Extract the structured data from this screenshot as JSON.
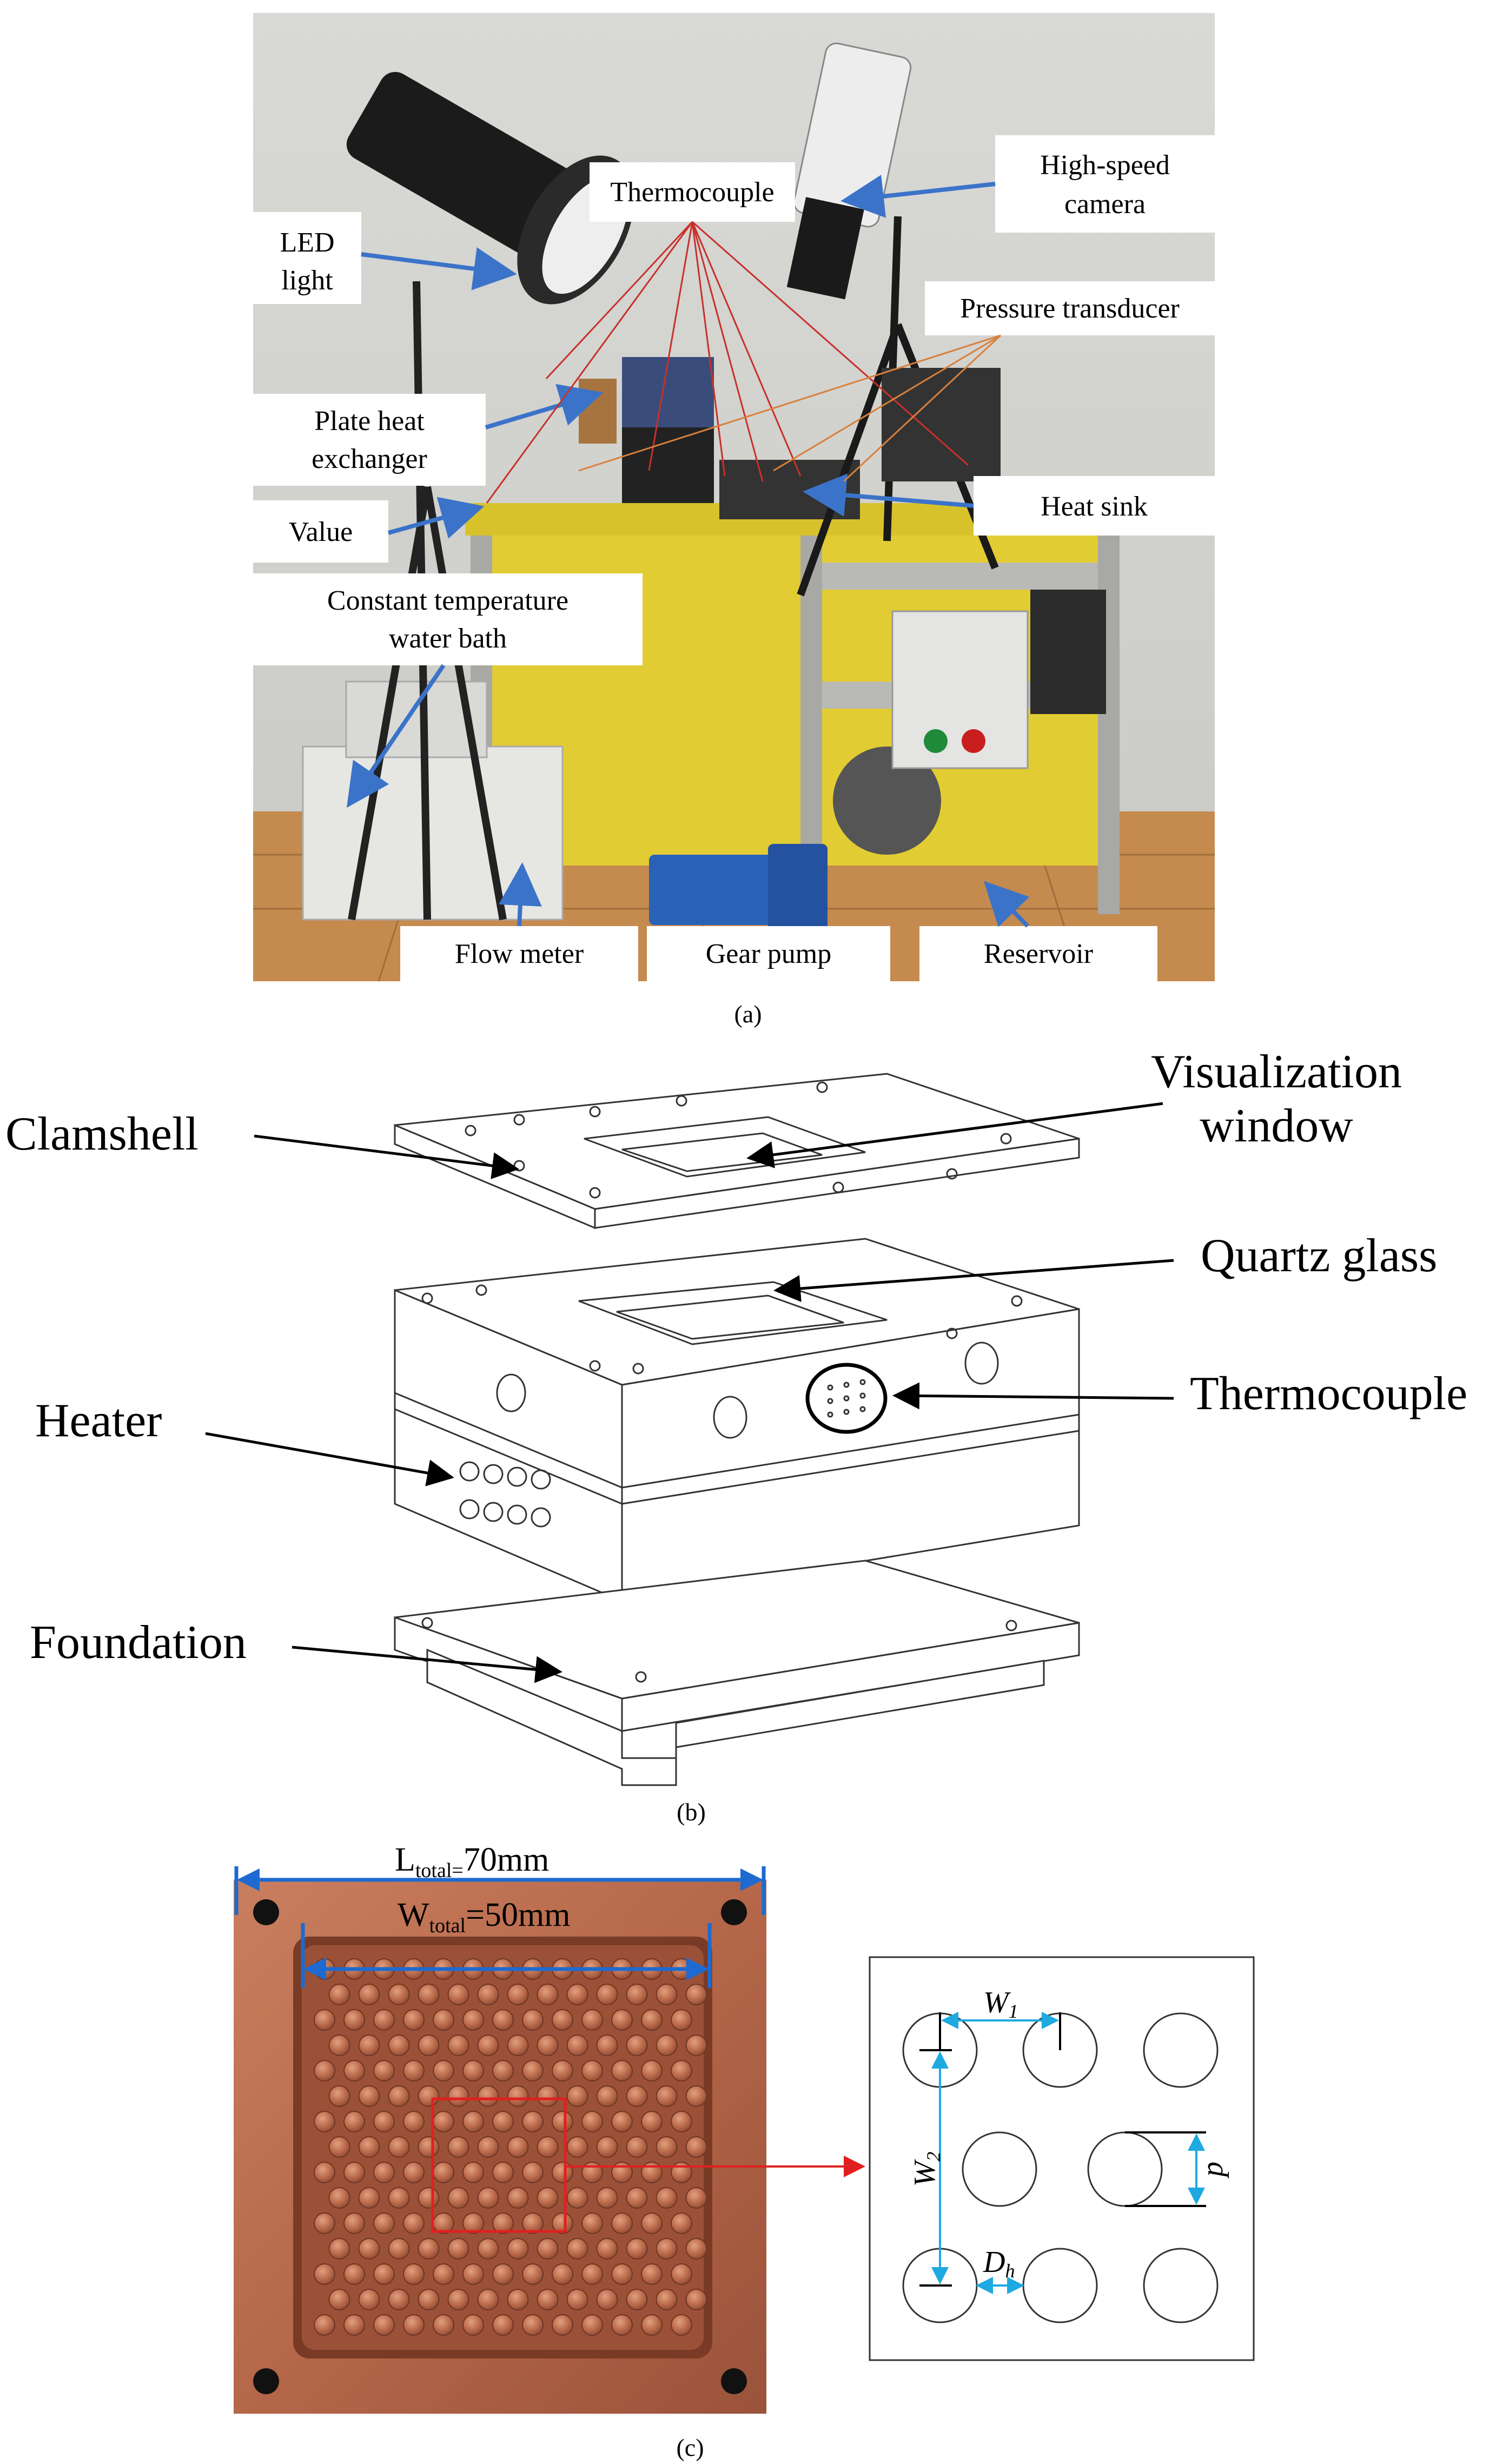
{
  "panels": {
    "a": "(a)",
    "b": "(b)",
    "c": "(c)"
  },
  "photo_labels": {
    "led_line1": "LED",
    "led_line2": "light",
    "thermocouple": "Thermocouple",
    "camera_line1": "High-speed",
    "camera_line2": "camera",
    "pressure": "Pressure transducer",
    "plate_line1": "Plate heat",
    "plate_line2": "exchanger",
    "value": "Value",
    "heat_sink": "Heat sink",
    "bath_line1": "Constant temperature",
    "bath_line2": "water bath",
    "flow_meter": "Flow meter",
    "gear_pump": "Gear pump",
    "reservoir": "Reservoir"
  },
  "cad_labels": {
    "clamshell": "Clamshell",
    "window_line1": "Visualization",
    "window_line2": "window",
    "quartz": "Quartz glass",
    "thermocouple": "Thermocouple",
    "heater": "Heater",
    "foundation": "Foundation"
  },
  "dimensions": {
    "l_main": "L",
    "l_sub": "total=",
    "l_val": "70mm",
    "w_main": "W",
    "w_sub": "total",
    "w_val": "=50mm"
  },
  "symbols": {
    "w1_main": "W",
    "w1_sub": "1",
    "w2_main": "W",
    "w2_sub": "2",
    "dh_main": "D",
    "dh_sub": "h",
    "p": "p"
  },
  "colors": {
    "arrow_blue": "#3b73c9",
    "arrow_red": "#c8302a",
    "arrow_orange": "#d9803a",
    "dim_blue": "#1e6ad0",
    "dim_cyan": "#1ea9e1",
    "copper": "#b76a4d",
    "bench_yellow": "#e6d23a"
  }
}
